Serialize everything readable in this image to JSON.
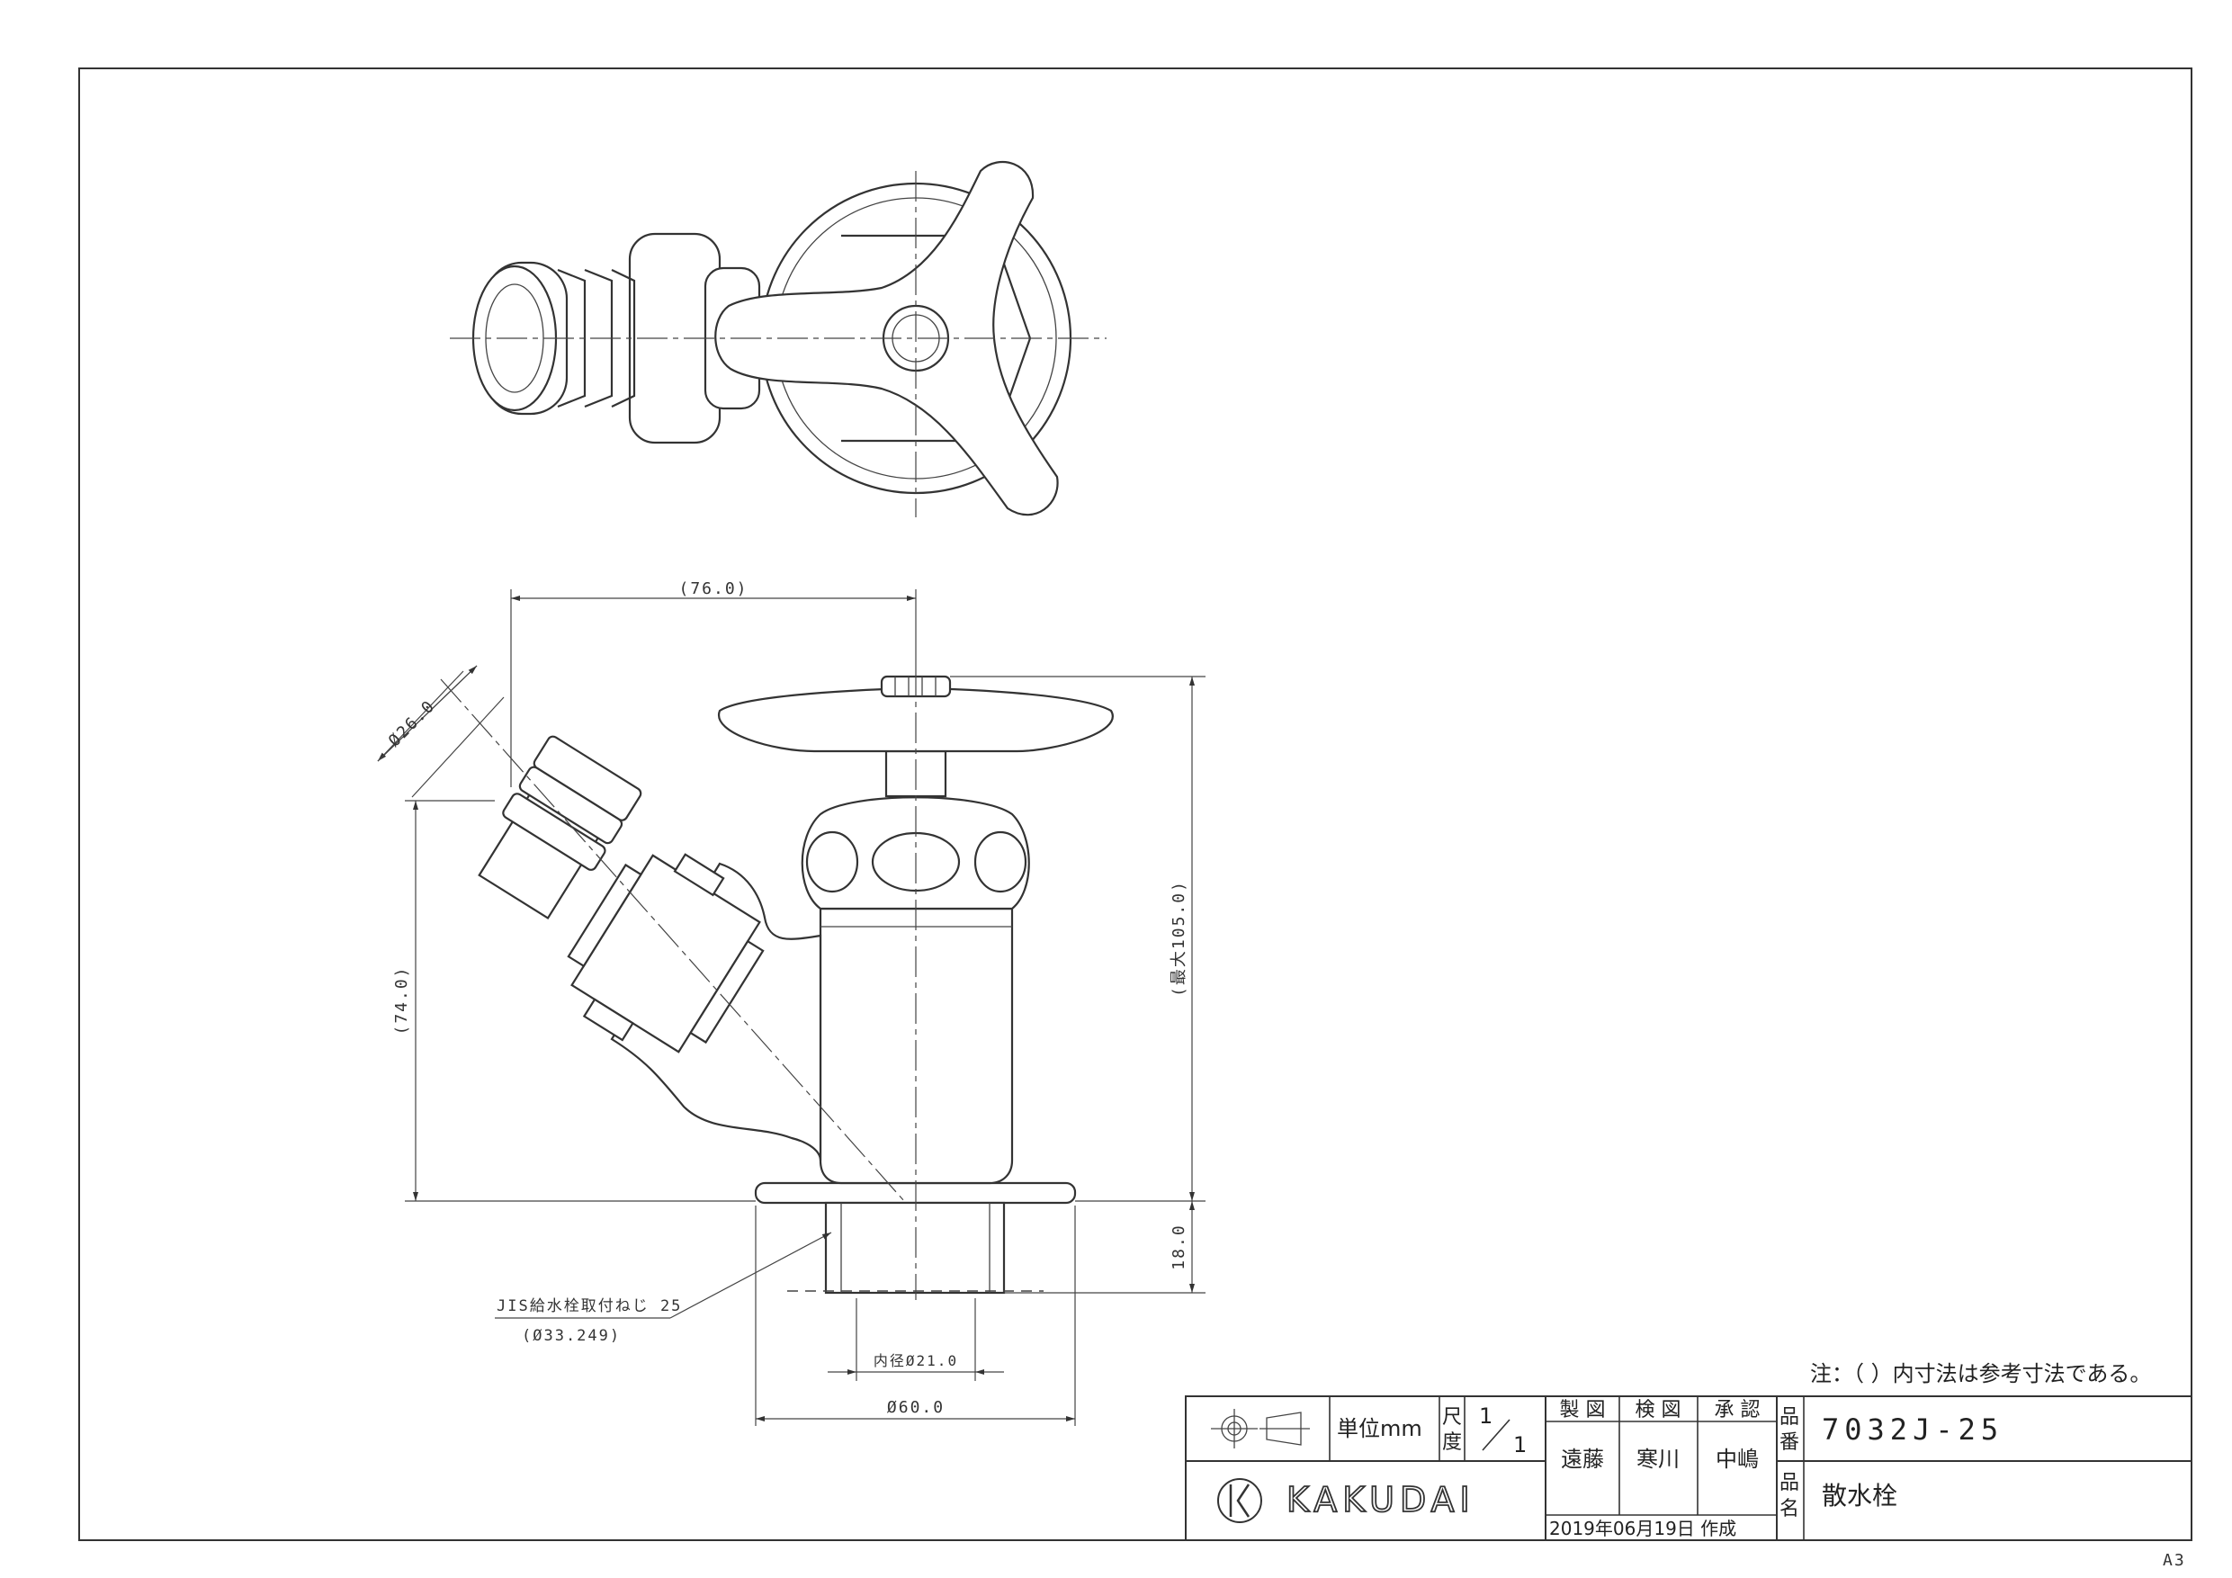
{
  "dimensions": {
    "width_76": "(76.0)",
    "dia_26": "Ø26.0",
    "height_74": "(74.0)",
    "max_105": "(最大105.0)",
    "thread_18": "18.0",
    "inner_dia": "内径Ø21.0",
    "base_dia": "Ø60.0"
  },
  "thread_note": {
    "line1": "JIS給水栓取付ねじ 25",
    "line2": "(Ø33.249)"
  },
  "note": "注：（ ）内寸法は参考寸法である。",
  "title_block": {
    "unit_label": "単位mm",
    "scale_label_1": "尺",
    "scale_label_2": "度",
    "scale_num": "1",
    "scale_den": "1",
    "drawn_label": "製 図",
    "checked_label": "検 図",
    "approved_label": "承 認",
    "drawn_by": "遠藤",
    "checked_by": "寒川",
    "approved_by": "中嶋",
    "date": "2019年06月19日 作成",
    "part_no_label_1": "品",
    "part_no_label_2": "番",
    "part_no": "7032J-25",
    "part_name_label_1": "品",
    "part_name_label_2": "名",
    "part_name": "散水栓",
    "company": "KAKUDAI"
  },
  "sheet_size": "A3"
}
